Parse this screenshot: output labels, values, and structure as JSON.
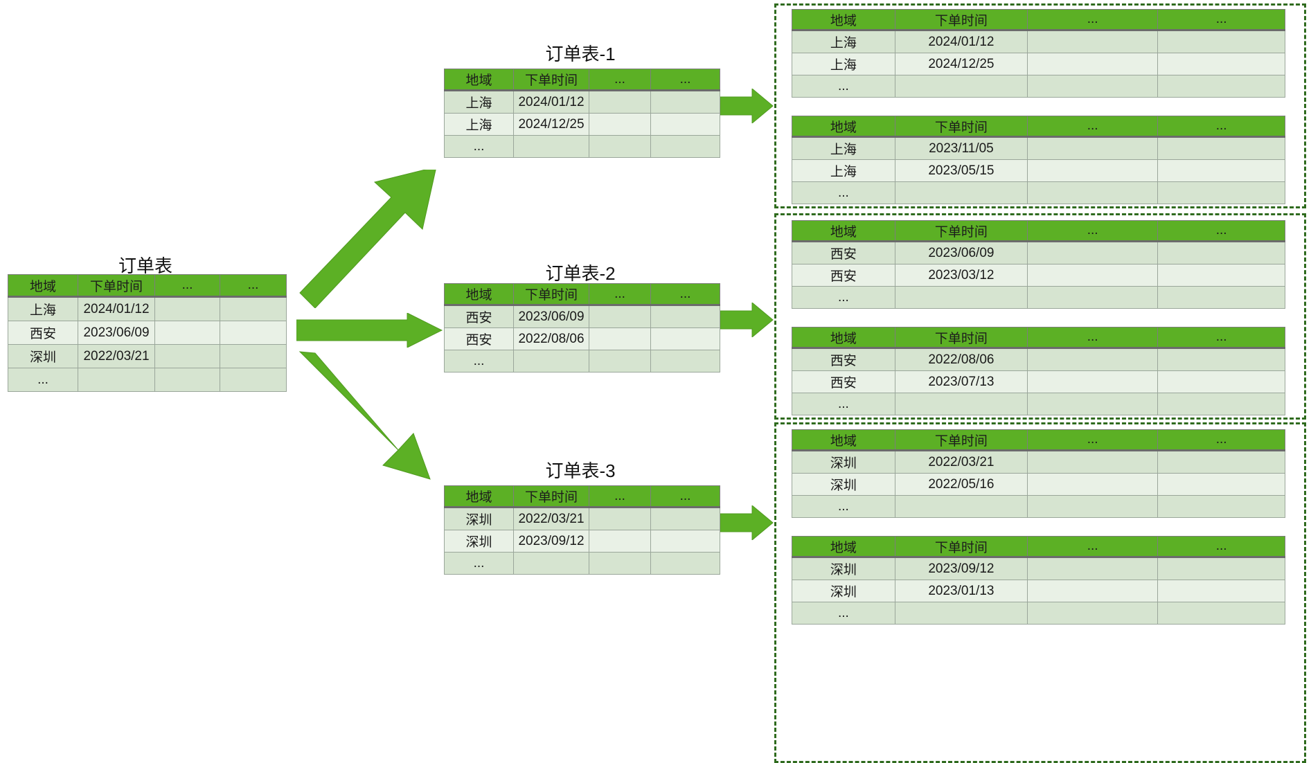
{
  "diagram": {
    "columns": {
      "headers": [
        "地域",
        "下单时间",
        "...",
        "..."
      ]
    },
    "ellipsis": "...",
    "source_table": {
      "title": "订单表",
      "rows": [
        [
          "上海",
          "2024/01/12"
        ],
        [
          "西安",
          "2023/06/09"
        ],
        [
          "深圳",
          "2022/03/21"
        ]
      ]
    },
    "region_tables": [
      {
        "title": "订单表-1",
        "rows": [
          [
            "上海",
            "2024/01/12"
          ],
          [
            "上海",
            "2024/12/25"
          ]
        ]
      },
      {
        "title": "订单表-2",
        "rows": [
          [
            "西安",
            "2023/06/09"
          ],
          [
            "西安",
            "2022/08/06"
          ]
        ]
      },
      {
        "title": "订单表-3",
        "rows": [
          [
            "深圳",
            "2022/03/21"
          ],
          [
            "深圳",
            "2023/09/12"
          ]
        ]
      }
    ],
    "partition_groups": [
      {
        "group": "上海",
        "tables": [
          {
            "rows": [
              [
                "上海",
                "2024/01/12"
              ],
              [
                "上海",
                "2024/12/25"
              ]
            ]
          },
          {
            "rows": [
              [
                "上海",
                "2023/11/05"
              ],
              [
                "上海",
                "2023/05/15"
              ]
            ]
          }
        ]
      },
      {
        "group": "西安",
        "tables": [
          {
            "rows": [
              [
                "西安",
                "2023/06/09"
              ],
              [
                "西安",
                "2023/03/12"
              ]
            ]
          },
          {
            "rows": [
              [
                "西安",
                "2022/08/06"
              ],
              [
                "西安",
                "2023/07/13"
              ]
            ]
          }
        ]
      },
      {
        "group": "深圳",
        "tables": [
          {
            "rows": [
              [
                "深圳",
                "2022/03/21"
              ],
              [
                "深圳",
                "2022/05/16"
              ]
            ]
          },
          {
            "rows": [
              [
                "深圳",
                "2023/09/12"
              ],
              [
                "深圳",
                "2023/01/13"
              ]
            ]
          }
        ]
      }
    ],
    "colors": {
      "header_green": "#5cb025",
      "arrow_green": "#5cb025",
      "row_even": "#d6e4d0",
      "row_odd": "#e9f1e6",
      "dash_border": "#2f6b1e"
    }
  }
}
